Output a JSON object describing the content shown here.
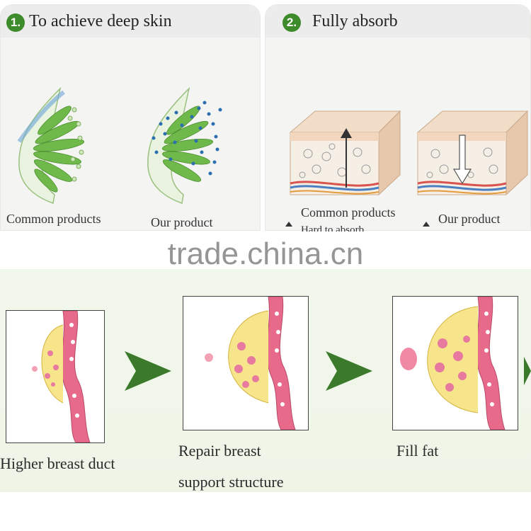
{
  "steps": [
    {
      "number": "1.",
      "title": "To achieve deep skin",
      "left_caption": "Common products",
      "right_caption": "Our product"
    },
    {
      "number": "2.",
      "title": "Fully absorb",
      "left_caption": "Common products",
      "left_subcaption": "Hard to absorb",
      "right_caption": "Our product"
    }
  ],
  "watermark": "trade.china.cn",
  "stages": [
    {
      "label_lines": [
        "Higher breast duct"
      ]
    },
    {
      "label_lines": [
        "Repair breast",
        "support structure"
      ]
    },
    {
      "label_lines": [
        "Fill fat"
      ]
    }
  ],
  "colors": {
    "step_badge": "#3d8b2b",
    "arrow_green": "#3a7a2a",
    "leaf_green": "#6fb84a",
    "absorb_blue": "#2a6fb0"
  },
  "icons": [
    "arrow-right-icon",
    "arrow-up-icon",
    "arrow-down-icon"
  ]
}
